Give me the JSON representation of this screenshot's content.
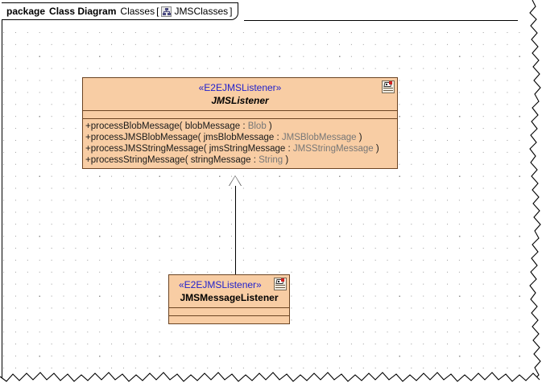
{
  "frame": {
    "keyword": "package",
    "kind": "Class Diagram",
    "name": "Classes",
    "bracket_open": "[",
    "bracket_close": "]",
    "diagram_name": "JMSClasses",
    "icon": "class-diagram-icon"
  },
  "canvas": {
    "background": "#ffffff",
    "grid_dot_color": "#9a9a9a",
    "border_color": "#000000"
  },
  "style": {
    "class_fill": "#f8cda4",
    "class_border": "#6b4423",
    "stereotype_color": "#2222cc",
    "name_color": "#000000",
    "type_color": "#777777"
  },
  "classes": [
    {
      "id": "jms-listener",
      "stereotype": "«E2EJMSListener»",
      "name": "JMSListener",
      "abstract": true,
      "icon": "class-marker-icon",
      "attributes": [],
      "operations": [
        {
          "visibility": "+",
          "name": "processBlobMessage",
          "open": "(",
          "param": " blobMessage ",
          "colon": ": ",
          "type": "Blob",
          "close": " )"
        },
        {
          "visibility": "+",
          "name": "processJMSBlobMessage",
          "open": "(",
          "param": " jmsBlobMessage ",
          "colon": ": ",
          "type": "JMSBlobMessage",
          "close": " )"
        },
        {
          "visibility": "+",
          "name": "processJMSStringMessage",
          "open": "(",
          "param": " jmsStringMessage ",
          "colon": ": ",
          "type": "JMSStringMessage",
          "close": " )"
        },
        {
          "visibility": "+",
          "name": "processStringMessage",
          "open": "(",
          "param": " stringMessage ",
          "colon": ": ",
          "type": "String",
          "close": " )"
        }
      ]
    },
    {
      "id": "jms-message-listener",
      "stereotype": "«E2EJMSListener»",
      "name": "JMSMessageListener",
      "abstract": false,
      "icon": "class-marker-icon",
      "attributes": [],
      "operations": []
    }
  ],
  "relationships": [
    {
      "type": "generalization",
      "from": "JMSMessageListener",
      "to": "JMSListener",
      "arrow": "hollow-triangle"
    }
  ]
}
